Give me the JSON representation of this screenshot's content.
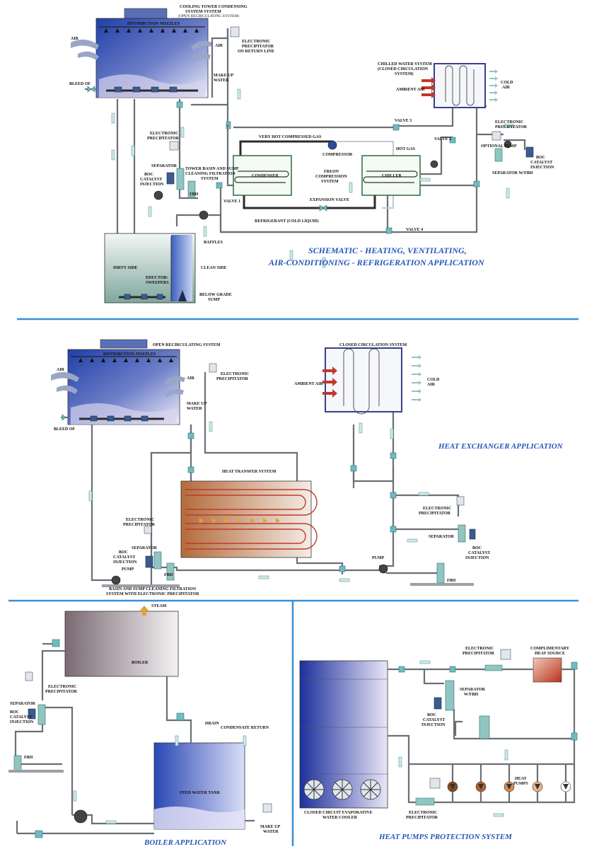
{
  "colors": {
    "title_blue": "#2456b8",
    "divider_blue": "#3a8fd6",
    "tower_blue": "#2f4eb8",
    "pipe_gray": "#6b6f75",
    "refrigerant_dark": "#2b2b2b",
    "heat_red": "#c0392b",
    "device_teal": "#6fbcc0"
  },
  "hvac": {
    "title_line1": "SCHEMATIC - HEATING, VENTILATING,",
    "title_line2": "AIR-CONDITIONING - REFRIGERATION APPLICATION",
    "cooling_tower_label": "COOLING TOWER CONDENSING",
    "cooling_tower_sub1": "SYSTEM SYSTEM",
    "cooling_tower_sub2": "(OPEN RECIRCULATING SYSTEM)",
    "distribution_nozzles": "DISTRIBUTION NOZZLES",
    "air_left": "AIR",
    "air_right": "AIR",
    "bleed_of": "BLEED OF",
    "make_up_water": "MAKE UP",
    "make_up_water2": "WATER",
    "ep_return_1": "ELECTRONIC",
    "ep_return_2": "PRECIPITATOR",
    "ep_return_3": "ON RETURN LINE",
    "ep_mid_1": "ELECTRONIC",
    "ep_mid_2": "PRECIPITATOR",
    "separator": "SEPARATOR",
    "boc_1": "BOC",
    "boc_2": "CATALYST",
    "boc_3": "INJECTION",
    "fbh": "FBH",
    "tower_basin_1": "TOWER BASIN AND SUMP",
    "tower_basin_2": "CLEANING FILTRATION",
    "tower_basin_3": "SYSTEM",
    "very_hot_gas": "VERY HOT COMPRESSED GAS",
    "compressor": "COMPRESSOR",
    "condenser": "CONDENSER",
    "freon_1": "FREON",
    "freon_2": "COMPRESSION",
    "freon_3": "SYSTEM",
    "chiller": "CHILLER",
    "hot_gas": "HOT GAS",
    "expansion_valve": "EXPANSION VALVE",
    "refrigerant": "REFRIGERANT (COLD LIQUID)",
    "valve1": "VALVE 1",
    "valve2": "VALVE 2",
    "valve3": "VALVE 3",
    "valve4": "VALVE 4",
    "baffles": "BAFFLES",
    "dirty_side": "DIRTY SIDE",
    "clean_side": "CLEAN SIDE",
    "eductor_1": "EDUCTOR/",
    "eductor_2": "SWEEPERS",
    "below_grade_1": "BELOW GRADE",
    "below_grade_2": "SUMP",
    "chilled_1": "CHILLED WATER SYSTEM",
    "chilled_2": "(CLOSED CIRCULATION",
    "chilled_3": "SYSTEM)",
    "ambient_air": "AMBIENT AIR",
    "cold_air_1": "COLD",
    "cold_air_2": "AIR",
    "ep_right_1": "ELECTRONIC",
    "ep_right_2": "PRECIPITATOR",
    "optional_pump": "OPTIONAL PUMP",
    "separator_fbh": "SEPARATOR W/FBH",
    "boc_r1": "BOC",
    "boc_r2": "CATALYST",
    "boc_r3": "INJECTION"
  },
  "heat_exchanger": {
    "title": "HEAT EXCHANGER APPLICATION",
    "open_recirc": "OPEN RECIRCULATING SYSTEM",
    "distribution_nozzles": "DISTRIBUTION NOZZLES",
    "air_left": "AIR",
    "air_right": "AIR",
    "bleed_of": "BLEED OF",
    "make_up_1": "MAKE UP",
    "make_up_2": "WATER",
    "ep_top_1": "ELECTRONIC",
    "ep_top_2": "PRECIPITATOR",
    "closed_circ": "CLOSED CIRCULATION SYSTEM",
    "ambient_air": "AMBIENT AIR",
    "cold_air_1": "COLD",
    "cold_air_2": "AIR",
    "heat_transfer": "HEAT TRANSFER SYSTEM",
    "ep_left_1": "ELECTRONIC",
    "ep_left_2": "PRECIPITATOR",
    "separator": "SEPARATOR",
    "boc_1": "BOC",
    "boc_2": "CATALYST",
    "boc_3": "INJECTION",
    "pump": "PUMP",
    "fbh": "FBH",
    "basin_1": "BASIN AND SUMP CLEANING FILTRATION",
    "basin_2": "SYSTEM WITH ELECTRONIC PRECIPITATOR",
    "ep_right_1": "ELECTRONIC",
    "ep_right_2": "PRECIPITATOR",
    "separator_r": "SEPARATOR",
    "boc_r1": "BOC",
    "boc_r2": "CATALYST",
    "boc_r3": "INJECTION",
    "pump_r": "PUMP",
    "fbh_r": "FBH"
  },
  "boiler": {
    "title": "BOILER APPLICATION",
    "steam": "STEAM",
    "boiler": "BOILER",
    "ep_1": "ELECTRONIC",
    "ep_2": "PRECIPITATOR",
    "separator": "SEPARATOR",
    "boc_1": "BOC",
    "boc_2": "CATALYST",
    "boc_3": "INJECTION",
    "fbh": "FBH",
    "drain": "DRAIN",
    "condensate_return": "CONDENSATE RETURN",
    "feed_water_tank": "FEED WATER TANK",
    "make_up_1": "MAKE UP",
    "make_up_2": "WATER"
  },
  "heat_pumps": {
    "title": "HEAT PUMPS PROTECTION SYSTEM",
    "ep_top_1": "ELECTRONIC",
    "ep_top_2": "PRECIPITATOR",
    "complimentary_1": "COMPLIMENTARY",
    "complimentary_2": "HEAT SOURCE",
    "separator_1": "SEPARATOR",
    "separator_2": "W/FBH",
    "boc_1": "BOC",
    "boc_2": "CATALYST",
    "boc_3": "INJECTION",
    "heat_1": "HEAT",
    "heat_2": "PUMPS",
    "cooler_1": "CLOSED CIRCUIT EVAPORATIVE",
    "cooler_2": "WATER COOLER",
    "ep_bottom_1": "ELECTRONIC",
    "ep_bottom_2": "PRECIPITATOR"
  }
}
